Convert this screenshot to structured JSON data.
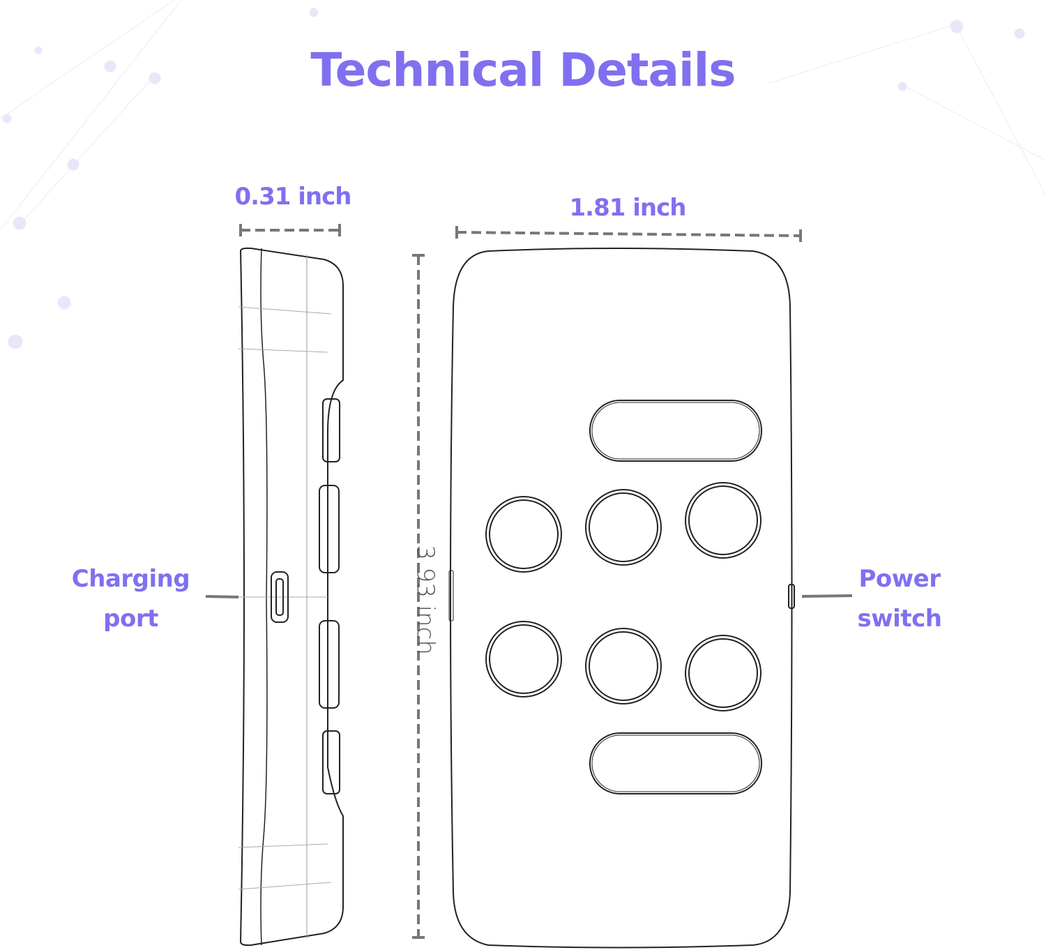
{
  "title": "Technical Details",
  "dimensions": {
    "thickness": "0.31 inch",
    "width": "1.81 inch",
    "height": "3.93 inch"
  },
  "callouts": {
    "charging_port": [
      "Charging",
      "port"
    ],
    "power_switch": [
      "Power",
      "switch"
    ]
  },
  "colors": {
    "accent": "#8070f0",
    "line": "#777777",
    "outline": "#222222"
  }
}
